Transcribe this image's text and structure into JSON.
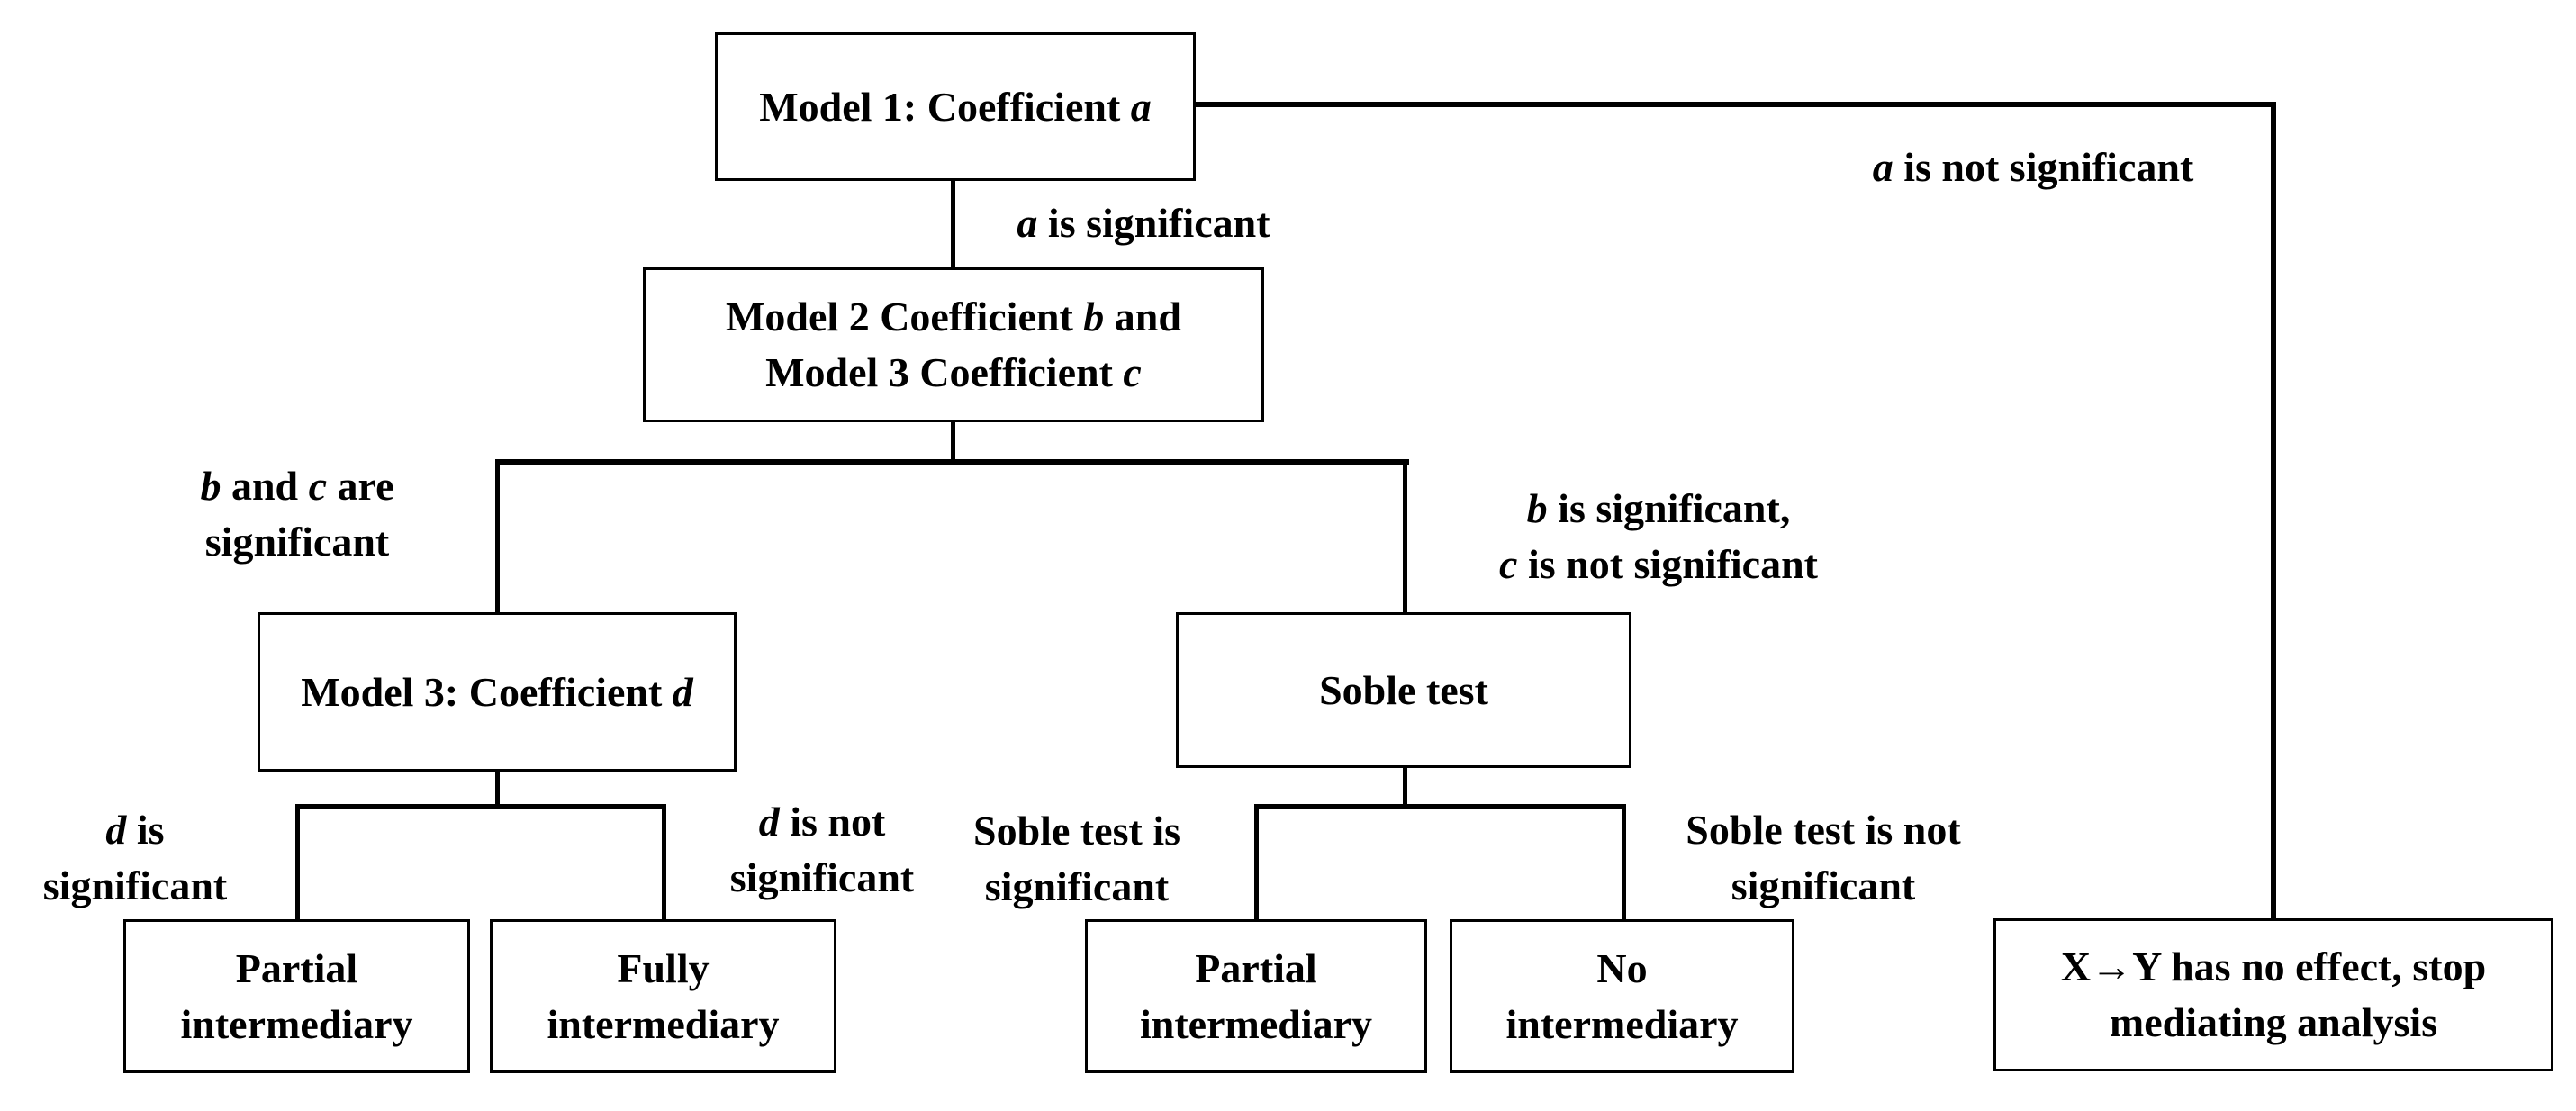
{
  "diagram_title": "Mediation analysis decision flowchart",
  "colors": {
    "background": "#ffffff",
    "line": "#000000",
    "text": "#000000"
  },
  "nodes": {
    "model1": {
      "lines": [
        [
          {
            "t": "Model 1: Coefficient "
          },
          {
            "t": "a",
            "i": true
          }
        ]
      ]
    },
    "model23": {
      "lines": [
        [
          {
            "t": "Model 2 Coefficient "
          },
          {
            "t": "b",
            "i": true
          },
          {
            "t": " and"
          }
        ],
        [
          {
            "t": "Model 3 Coefficient "
          },
          {
            "t": "c",
            "i": true
          }
        ]
      ]
    },
    "model3d": {
      "lines": [
        [
          {
            "t": "Model 3: Coefficient "
          },
          {
            "t": "d",
            "i": true
          }
        ]
      ]
    },
    "soble_test": {
      "lines": [
        [
          {
            "t": "Soble test"
          }
        ]
      ]
    },
    "partial_left": {
      "lines": [
        [
          {
            "t": "Partial"
          }
        ],
        [
          {
            "t": "intermediary"
          }
        ]
      ]
    },
    "fully": {
      "lines": [
        [
          {
            "t": "Fully"
          }
        ],
        [
          {
            "t": "intermediary"
          }
        ]
      ]
    },
    "partial_right": {
      "lines": [
        [
          {
            "t": "Partial"
          }
        ],
        [
          {
            "t": "intermediary"
          }
        ]
      ]
    },
    "no_intermediary": {
      "lines": [
        [
          {
            "t": "No"
          }
        ],
        [
          {
            "t": "intermediary"
          }
        ]
      ]
    },
    "stop": {
      "lines": [
        [
          {
            "t": "X→Y has no effect, stop"
          }
        ],
        [
          {
            "t": "mediating analysis"
          }
        ]
      ]
    }
  },
  "edge_labels": {
    "a_sig": {
      "lines": [
        [
          {
            "t": "a",
            "i": true
          },
          {
            "t": " is significant"
          }
        ]
      ]
    },
    "a_not_sig": {
      "lines": [
        [
          {
            "t": "a",
            "i": true
          },
          {
            "t": " is not significant"
          }
        ]
      ]
    },
    "bc_sig": {
      "lines": [
        [
          {
            "t": "b",
            "i": true
          },
          {
            "t": " and "
          },
          {
            "t": "c",
            "i": true
          },
          {
            "t": " are"
          }
        ],
        [
          {
            "t": "significant"
          }
        ]
      ]
    },
    "b_sig_c_not": {
      "lines": [
        [
          {
            "t": "b",
            "i": true
          },
          {
            "t": " is significant,"
          }
        ],
        [
          {
            "t": "c",
            "i": true
          },
          {
            "t": " is not significant"
          }
        ]
      ]
    },
    "d_sig": {
      "lines": [
        [
          {
            "t": "d",
            "i": true
          },
          {
            "t": " is"
          }
        ],
        [
          {
            "t": "significant"
          }
        ]
      ]
    },
    "d_not_sig": {
      "lines": [
        [
          {
            "t": "d",
            "i": true
          },
          {
            "t": " is not"
          }
        ],
        [
          {
            "t": "significant"
          }
        ]
      ]
    },
    "soble_sig": {
      "lines": [
        [
          {
            "t": "Soble test is"
          }
        ],
        [
          {
            "t": "significant"
          }
        ]
      ]
    },
    "soble_not_sig": {
      "lines": [
        [
          {
            "t": "Soble test is not"
          }
        ],
        [
          {
            "t": "significant"
          }
        ]
      ]
    }
  }
}
